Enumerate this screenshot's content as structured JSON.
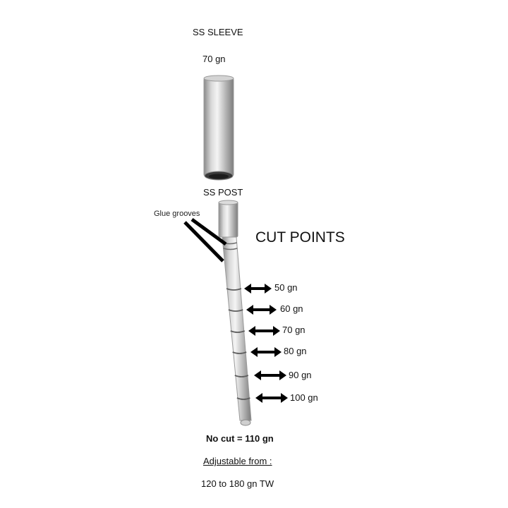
{
  "sleeve": {
    "title": "SS SLEEVE",
    "weight": "70 gn"
  },
  "post": {
    "title": "SS POST"
  },
  "glue_label": "Glue grooves",
  "cut_points_title": "CUT POINTS",
  "cut_points": [
    {
      "label": "50 gn"
    },
    {
      "label": "60 gn"
    },
    {
      "label": "70 gn"
    },
    {
      "label": "80 gn"
    },
    {
      "label": "90 gn"
    },
    {
      "label": "100 gn"
    }
  ],
  "no_cut": "No cut = 110 gn",
  "adjustable_label": "Adjustable from :",
  "range": "120 to 180 gn TW",
  "colors": {
    "metal_light": "#eeeeee",
    "metal_mid": "#b8b8b8",
    "metal_dark": "#7a7a7a",
    "arrow": "#000000"
  }
}
